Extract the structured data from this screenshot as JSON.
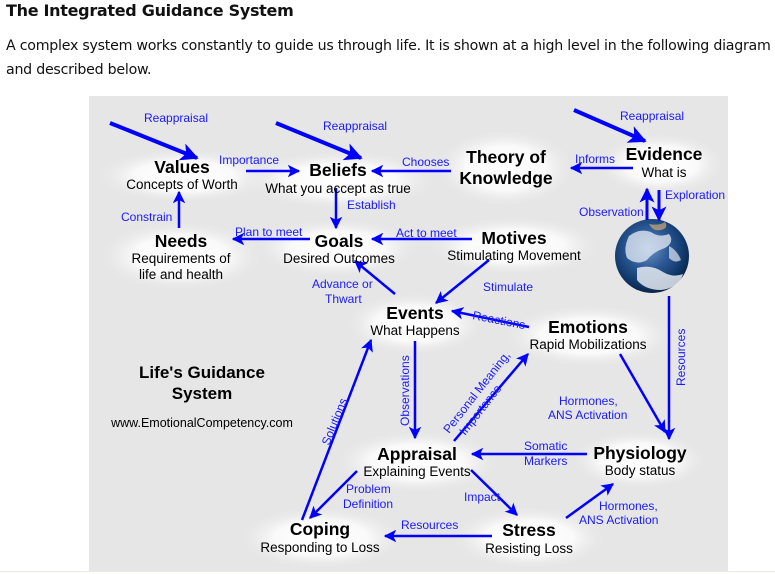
{
  "page": {
    "title": "The Integrated Guidance System",
    "intro": "A complex system works constantly to guide us through life. It is shown at a high level in the following diagram and described below."
  },
  "diagram": {
    "caption": {
      "title_line1": "Life's Guidance",
      "title_line2": "System",
      "url": "www.EmotionalCompetency.com"
    },
    "colors": {
      "background": "#e6e6e6",
      "arrow": "#0000ff",
      "label": "#1a1aff",
      "node_text": "#000000"
    },
    "nodes": {
      "values": {
        "title": "Values",
        "subtitle": "Concepts of Worth"
      },
      "beliefs": {
        "title": "Beliefs",
        "subtitle": "What you accept as true"
      },
      "theory": {
        "title_line1": "Theory of",
        "title_line2": "Knowledge"
      },
      "evidence": {
        "title": "Evidence",
        "subtitle": "What is"
      },
      "needs": {
        "title": "Needs",
        "subtitle_line1": "Requirements of",
        "subtitle_line2": "life and health"
      },
      "goals": {
        "title": "Goals",
        "subtitle": "Desired Outcomes"
      },
      "motives": {
        "title": "Motives",
        "subtitle": "Stimulating Movement"
      },
      "events": {
        "title": "Events",
        "subtitle": "What Happens"
      },
      "emotions": {
        "title": "Emotions",
        "subtitle": "Rapid Mobilizations"
      },
      "appraisal": {
        "title": "Appraisal",
        "subtitle": "Explaining Events"
      },
      "physiology": {
        "title": "Physiology",
        "subtitle": "Body status"
      },
      "coping": {
        "title": "Coping",
        "subtitle": "Responding to Loss"
      },
      "stress": {
        "title": "Stress",
        "subtitle": "Resisting Loss"
      },
      "earth": {
        "icon": "earth-globe-icon"
      }
    },
    "edges": {
      "reappraisal_values": "Reappraisal",
      "reappraisal_beliefs": "Reappraisal",
      "reappraisal_evidence": "Reappraisal",
      "importance": "Importance",
      "chooses": "Chooses",
      "informs": "Informs",
      "constrain": "Constrain",
      "establish": "Establish",
      "plan_to_meet": "Plan to meet",
      "act_to_meet": "Act to meet",
      "observation": "Observation",
      "exploration": "Exploration",
      "advance_or_line1": "Advance or",
      "advance_or_line2": "Thwart",
      "stimulate": "Stimulate",
      "reactions": "Reactions",
      "resources_earth": "Resources",
      "observations": "Observations",
      "solutions": "Solutions",
      "personal_meaning_line1": "Personal Meaning,",
      "personal_meaning_line2": "Importance",
      "hormones_top_line1": "Hormones,",
      "hormones_top_line2": "ANS Activation",
      "somatic_line1": "Somatic",
      "somatic_line2": "Markers",
      "problem_line1": "Problem",
      "problem_line2": "Definition",
      "impact": "Impact",
      "hormones_bottom_line1": "Hormones,",
      "hormones_bottom_line2": "ANS Activation",
      "resources_coping": "Resources"
    }
  }
}
